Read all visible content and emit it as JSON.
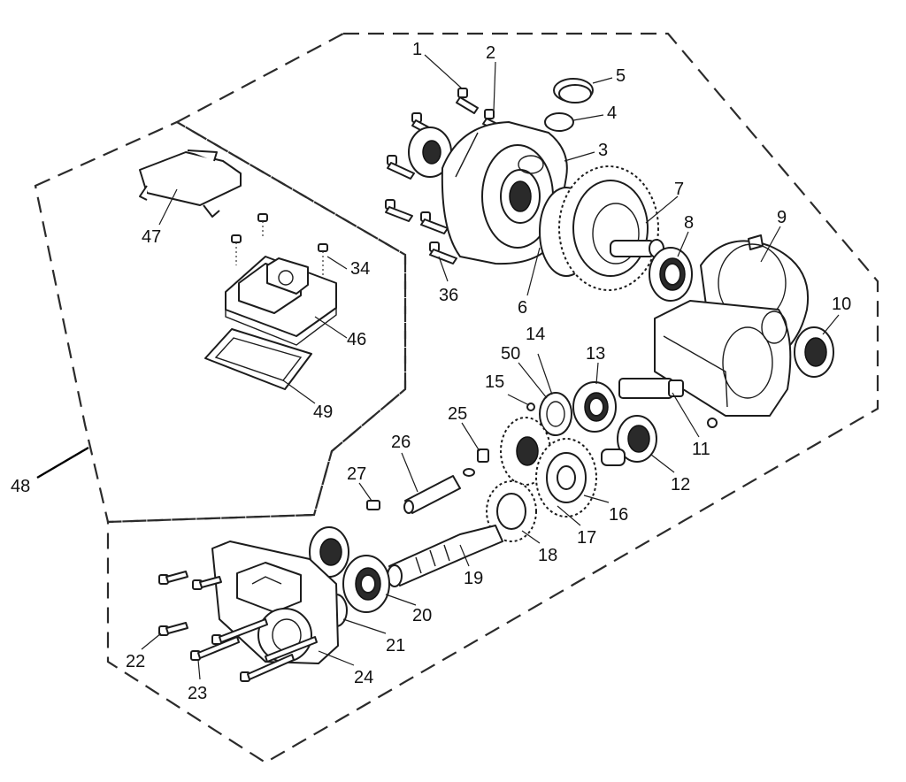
{
  "diagram": {
    "callouts": [
      {
        "id": "1",
        "text": "1"
      },
      {
        "id": "2",
        "text": "2"
      },
      {
        "id": "3",
        "text": "3"
      },
      {
        "id": "4",
        "text": "4"
      },
      {
        "id": "5",
        "text": "5"
      },
      {
        "id": "6",
        "text": "6"
      },
      {
        "id": "7",
        "text": "7"
      },
      {
        "id": "8",
        "text": "8"
      },
      {
        "id": "9",
        "text": "9"
      },
      {
        "id": "10",
        "text": "10"
      },
      {
        "id": "11",
        "text": "11"
      },
      {
        "id": "12",
        "text": "12"
      },
      {
        "id": "13",
        "text": "13"
      },
      {
        "id": "14",
        "text": "14"
      },
      {
        "id": "15",
        "text": "15"
      },
      {
        "id": "16",
        "text": "16"
      },
      {
        "id": "17",
        "text": "17"
      },
      {
        "id": "18",
        "text": "18"
      },
      {
        "id": "19",
        "text": "19"
      },
      {
        "id": "20",
        "text": "20"
      },
      {
        "id": "21",
        "text": "21"
      },
      {
        "id": "22",
        "text": "22"
      },
      {
        "id": "23",
        "text": "23"
      },
      {
        "id": "24",
        "text": "24"
      },
      {
        "id": "25",
        "text": "25"
      },
      {
        "id": "26",
        "text": "26"
      },
      {
        "id": "27",
        "text": "27"
      },
      {
        "id": "34",
        "text": "34"
      },
      {
        "id": "36",
        "text": "36"
      },
      {
        "id": "46",
        "text": "46"
      },
      {
        "id": "47",
        "text": "47"
      },
      {
        "id": "48",
        "text": "48"
      },
      {
        "id": "49",
        "text": "49"
      },
      {
        "id": "50",
        "text": "50"
      }
    ]
  }
}
